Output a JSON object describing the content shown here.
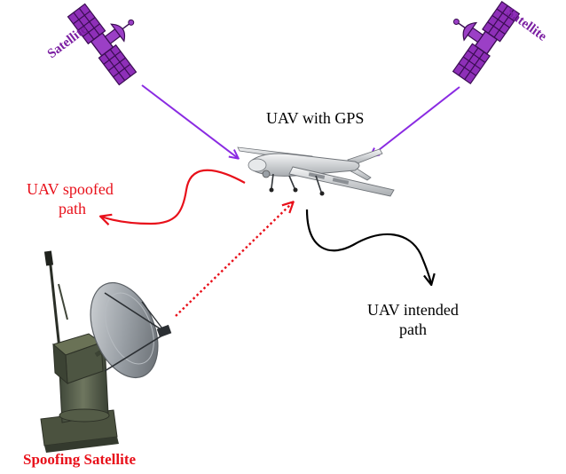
{
  "labels": {
    "satellite_left": "Satellite",
    "satellite_right": "Satellite",
    "uav_with_gps": "UAV with GPS",
    "spoofed_path_line1": "UAV spoofed",
    "spoofed_path_line2": "path",
    "intended_path_line1": "UAV intended",
    "intended_path_line2": "path",
    "spoofing_satellite": "Spoofing Satellite"
  },
  "colors": {
    "satellite": "#7b1fa2",
    "spoofed_path": "#e8101a",
    "spoofing_signal": "#e8101a",
    "intended_path": "#000000",
    "satellite_label": "#7b1fa2",
    "spoofing_label": "#e8101a"
  },
  "icons": {
    "left_satellite": "satellite-icon",
    "right_satellite": "satellite-icon",
    "uav": "drone-icon",
    "ground_station": "satellite-dish-icon"
  }
}
